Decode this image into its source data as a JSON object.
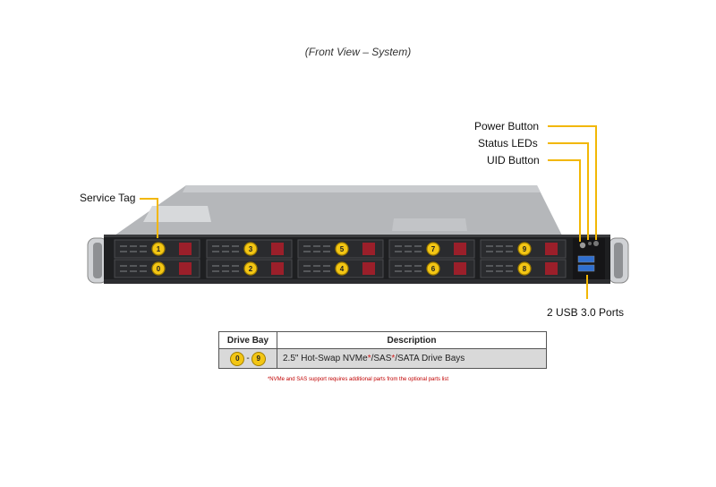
{
  "caption": "(Front View – System)",
  "callouts": {
    "power_button": "Power Button",
    "status_leds": "Status LEDs",
    "uid_button": "UID Button",
    "service_tag": "Service Tag",
    "usb_ports": "2 USB 3.0 Ports"
  },
  "drive_bays": {
    "top_row": [
      "1",
      "3",
      "5",
      "7",
      "9"
    ],
    "bottom_row": [
      "0",
      "2",
      "4",
      "6",
      "8"
    ]
  },
  "legend": {
    "header_bay": "Drive Bay",
    "header_desc": "Description",
    "range_start": "0",
    "range_sep": "-",
    "range_end": "9",
    "desc_part1": "2.5\" Hot-Swap NVMe",
    "desc_star1": "*",
    "desc_part2": "/SAS",
    "desc_star2": "*",
    "desc_part3": "/SATA Drive  Bays"
  },
  "footnote": "*NVMe and SAS support requires additional parts from the optional parts list",
  "colors": {
    "callout_line": "#f2b705",
    "badge": "#f3c614",
    "latch": "#9b1f2a",
    "footnote": "#c00000"
  }
}
